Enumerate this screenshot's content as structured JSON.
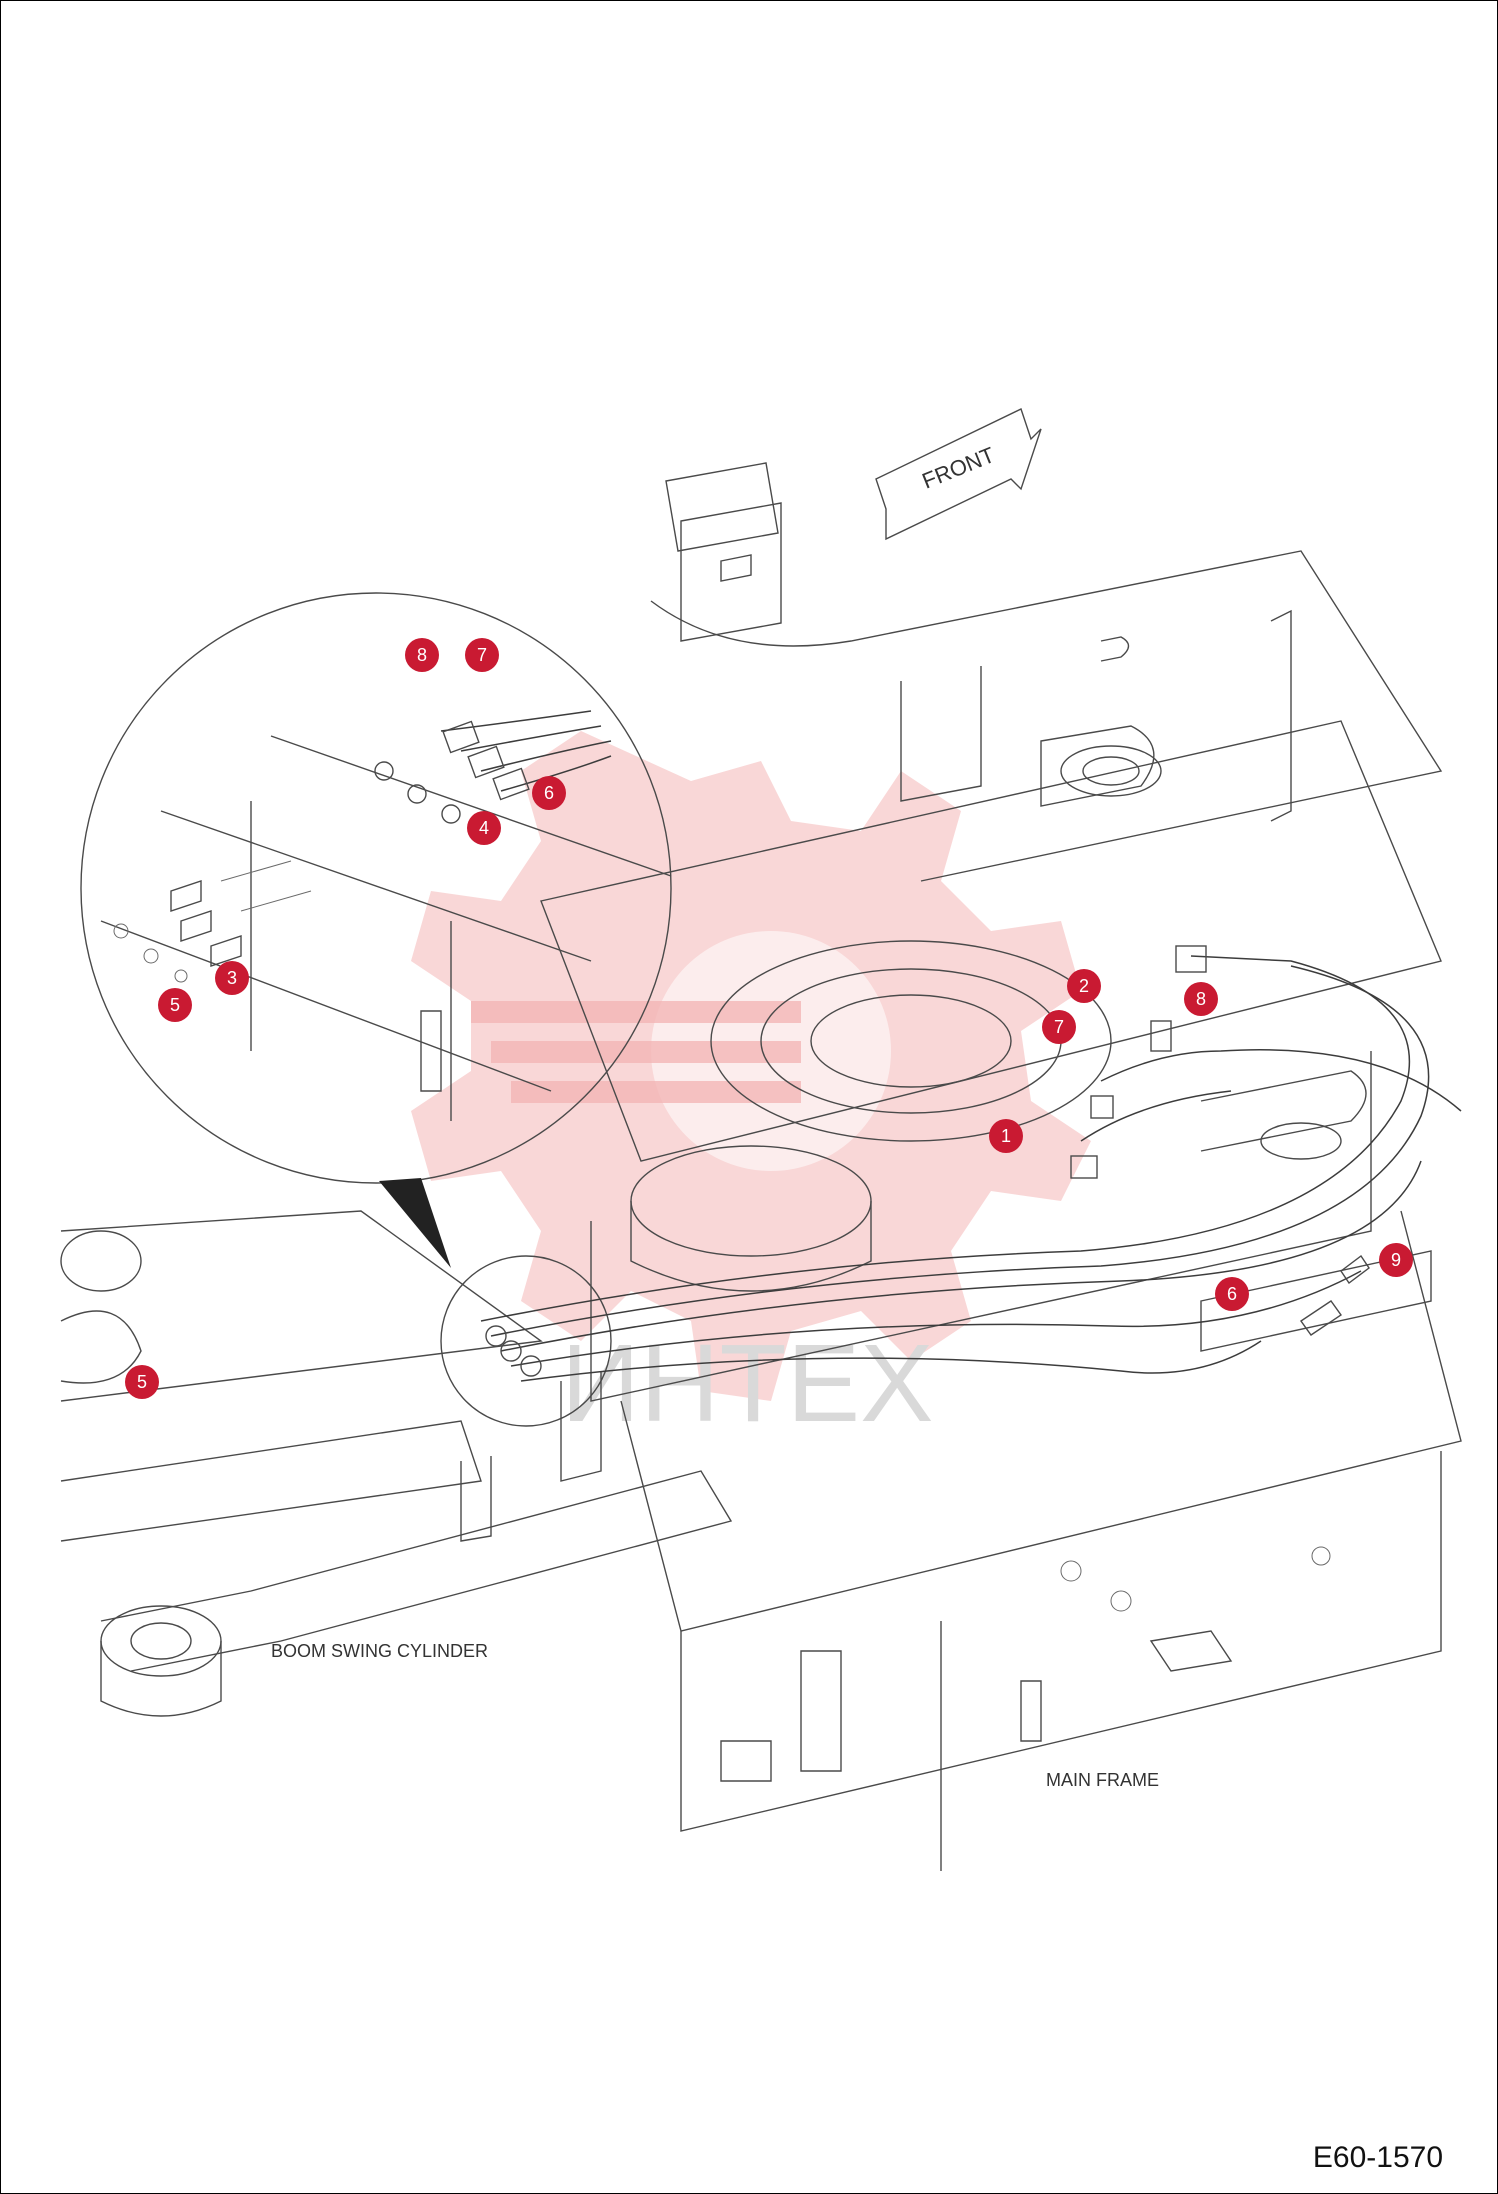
{
  "drawing_number": "E60-1570",
  "labels": {
    "front": "FRONT",
    "boom_swing_cylinder": "BOOM SWING CYLINDER",
    "main_frame": "MAIN FRAME",
    "watermark": "ИНТЕХ"
  },
  "callouts": [
    "1",
    "2",
    "3",
    "4",
    "5",
    "6",
    "7",
    "8",
    "9"
  ],
  "colors": {
    "callout": "#c91a32",
    "watermark_gear": "#f7c9c9",
    "line": "#4a4a4a"
  }
}
